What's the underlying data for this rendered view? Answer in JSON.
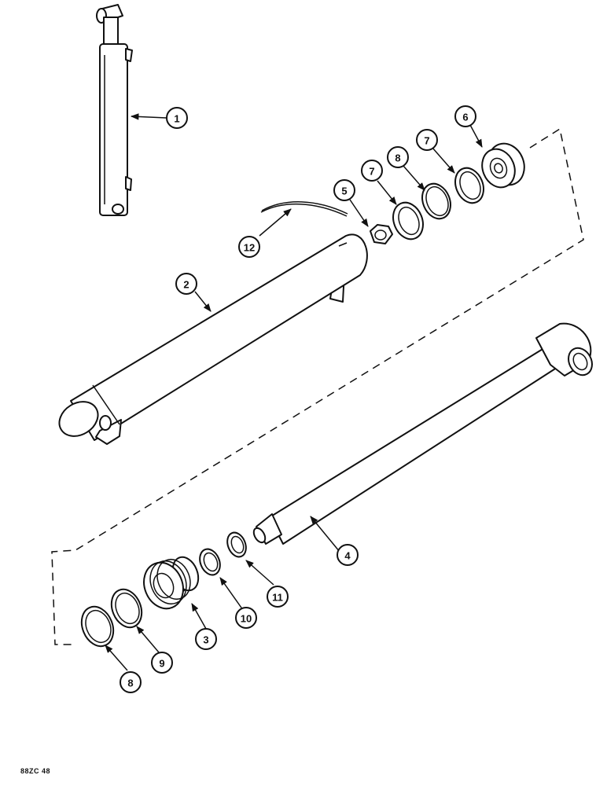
{
  "callouts": [
    "1",
    "2",
    "3",
    "4",
    "5",
    "6",
    "7",
    "7",
    "8",
    "8",
    "9",
    "10",
    "11",
    "12"
  ],
  "reference_code": "88ZC 48"
}
